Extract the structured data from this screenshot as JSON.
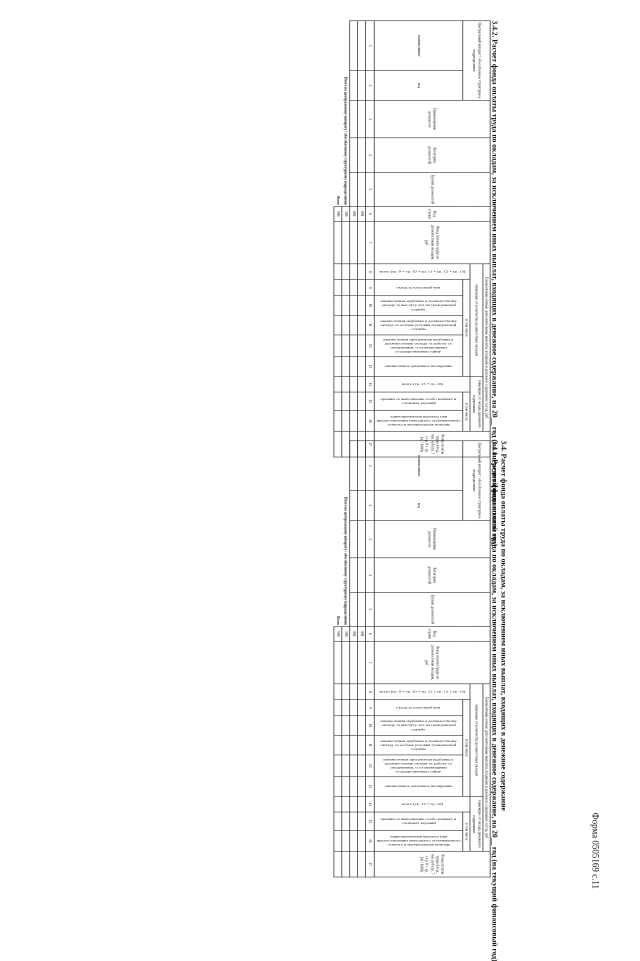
{
  "form_code": "Форма 0505169 с.11",
  "section_title": "3.4. Расчет фонда оплаты труда по окладам, за исключением иных выплат, входящих в денежное содержание",
  "headers": {
    "unit": "Центральный аппарат / обособленное структурное подразделение",
    "unit_name": "наименование",
    "unit_code": "код",
    "position": "Наименование должности",
    "category": "Категория должностей",
    "group": "Группа должностей",
    "row_code": "Код строки",
    "fund_salaries": "Фонд оплаты труда по должностным окладам, руб",
    "payments": "Ежемесячные и иные дополнительные выплаты, входящие в денежное содержание за год, руб",
    "dep_positions": "зависящие от количества должностных окладов",
    "dep_salary": "зависящие от оклада денежного содержания",
    "total_a": "всего (гр. 9 + гр. 10 + гр. 11 + гр. 12 + гр. 13)",
    "incl": "в том числе",
    "c9": "оклад за классный чин",
    "c10": "ежемесячная надбавка к должностному окладу за выслугу лет на гражданской службе",
    "c11": "ежемесячная надбавка к должностному окладу за особые условия гражданской службы",
    "c12": "ежемесячная процентная надбавка к должностному окладу за работу со сведениями, составляющими государственную тайну",
    "c13": "ежемесячное денежное поощрение",
    "total_b": "всего (гр. 15 + гр. 16)",
    "c15": "премии за выполнение особо важных и сложных заданий",
    "c16": "единовременная выплата при предоставлении ежегодного оплачиваемого отпуска и материальная помощь",
    "fund_total": "Фонд оплаты труда в год, тыс руб (гр. 7 + гр. 8 + гр. 14) / 1000)"
  },
  "col_numbers": [
    "1",
    "2",
    "3",
    "4",
    "5",
    "6",
    "7",
    "8",
    "9",
    "10",
    "11",
    "12",
    "13",
    "14",
    "15",
    "16",
    "17"
  ],
  "tables": [
    {
      "subtitle": "3.4.1. Расчет фонда оплаты труда по окладам, за исключением иных выплат, входящих в денежное содержание, на 20__ год (на текущий финансовый год)",
      "rows": [
        {
          "code": "001"
        },
        {
          "code": "002"
        }
      ],
      "totals": [
        {
          "label": "Итого по центральному аппарату / обособленному структурному подразделению",
          "code": "100"
        },
        {
          "label": "Всего",
          "code": "900"
        }
      ]
    },
    {
      "subtitle": "3.4.2. Расчет фонда оплаты труда по окладам, за исключением иных выплат, входящих в денежное содержание, на 20__ год (на очередной финансовый год)",
      "rows": [
        {
          "code": "001"
        },
        {
          "code": "002"
        }
      ],
      "totals": [
        {
          "label": "Итого по центральному аппарату / обособленному структурному подразделению",
          "code": "100"
        },
        {
          "label": "Всего",
          "code": "900"
        }
      ]
    }
  ]
}
